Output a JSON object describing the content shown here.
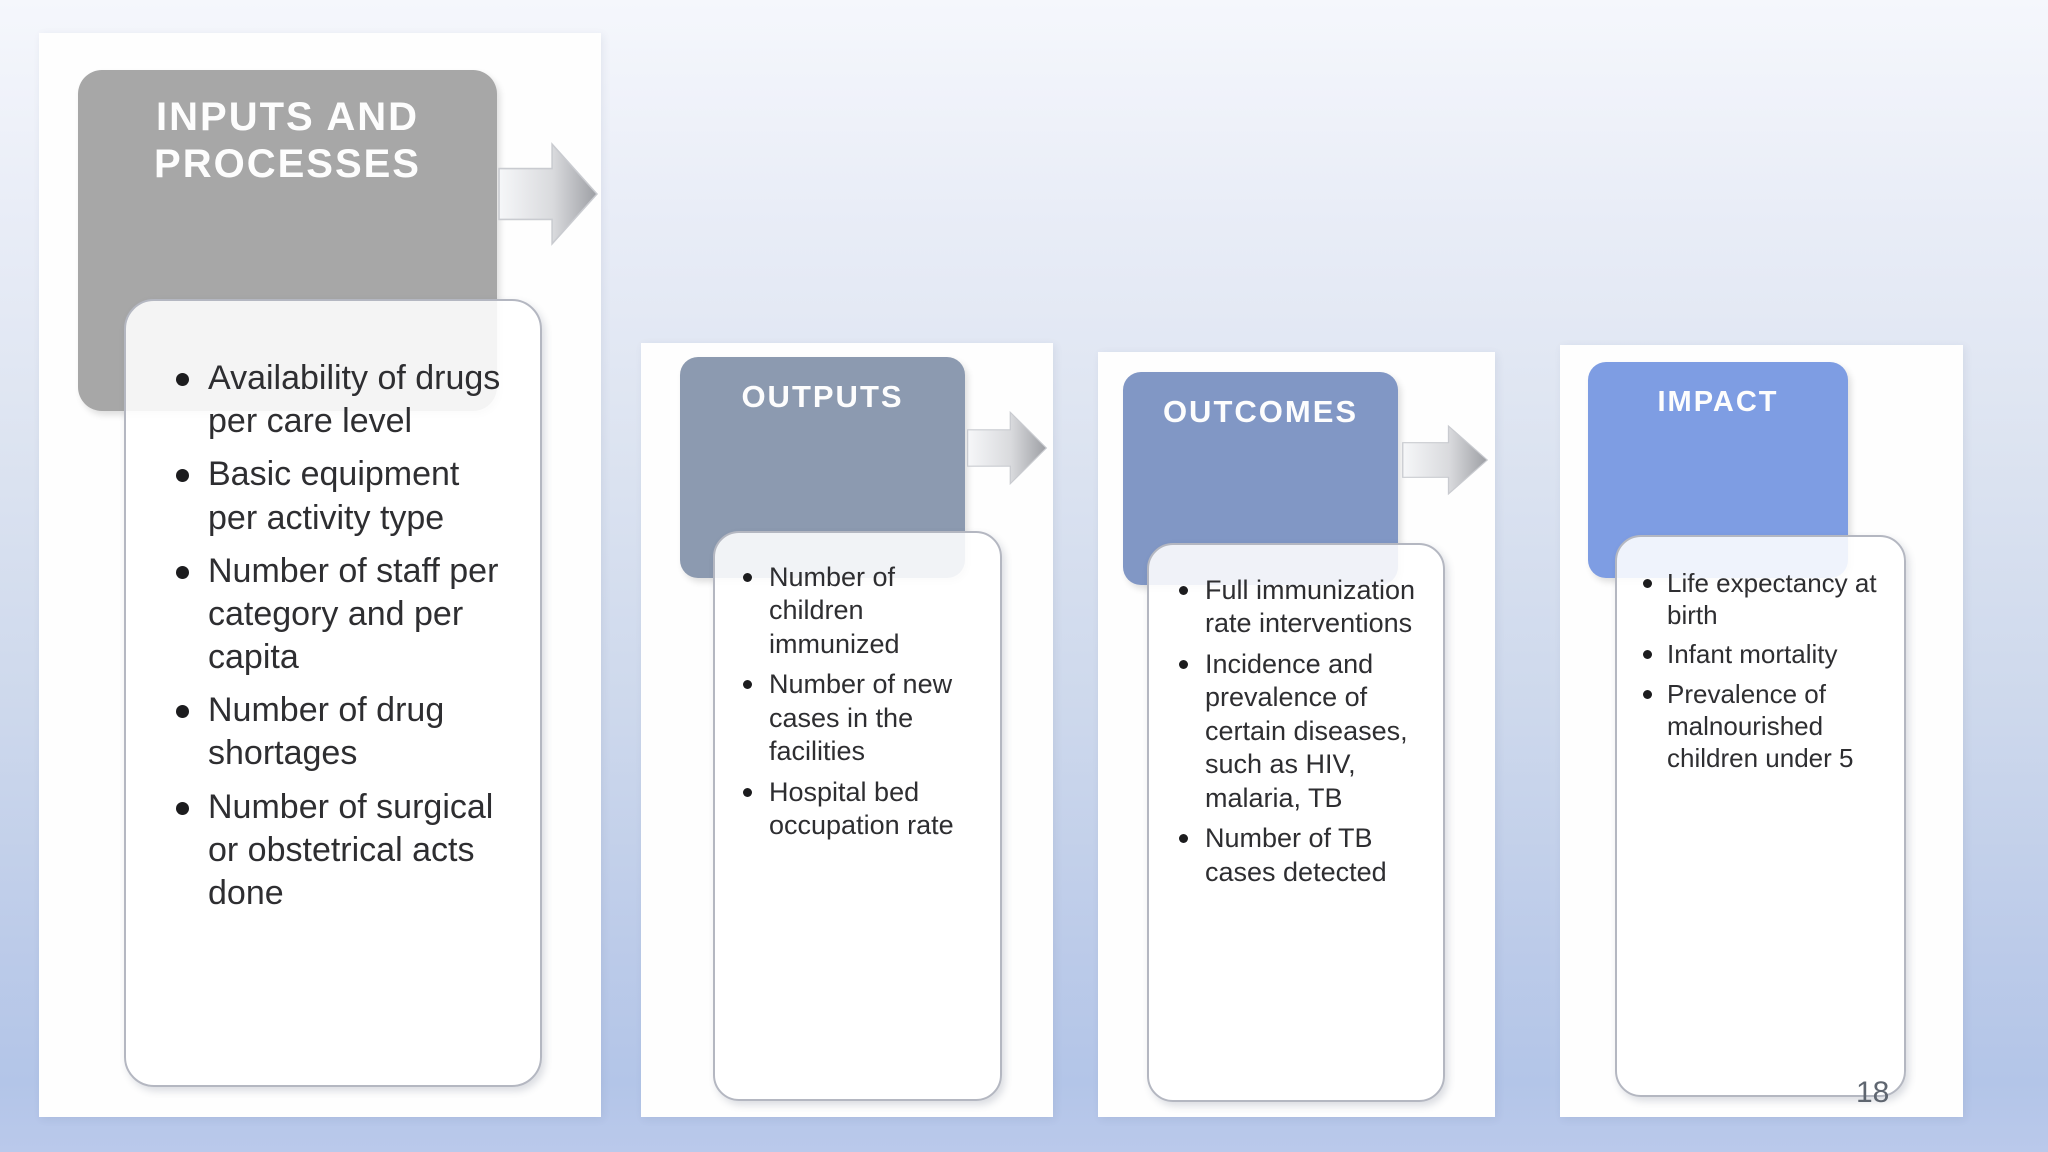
{
  "slide": {
    "page_number": "18",
    "colors": {
      "inputs_header": "#a7a7a7",
      "outputs_header": "#8c9ab0",
      "outcomes_header": "#8197c5",
      "impact_header": "#7e9de3",
      "background_top": "#f5f7fc",
      "background_bottom": "#b3c5e8",
      "card_border": "#b4b7c1",
      "body_text": "#2e2e31"
    },
    "columns": [
      {
        "id": "inputs-processes",
        "title": "INPUTS AND PROCESSES",
        "bullets": [
          "Availability of drugs per care level",
          "Basic equipment per activity type",
          "Number of staff per category and per capita",
          "Number of drug shortages",
          "Number of surgical or obstetrical acts done"
        ]
      },
      {
        "id": "outputs",
        "title": "OUTPUTS",
        "bullets": [
          "Number of children immunized",
          "Number of new cases in the facilities",
          "Hospital bed occupation rate"
        ]
      },
      {
        "id": "outcomes",
        "title": "OUTCOMES",
        "bullets": [
          "Full immunization rate interventions",
          "Incidence and prevalence of certain diseases, such as HIV, malaria, TB",
          "Number of TB cases detected"
        ]
      },
      {
        "id": "impact",
        "title": "IMPACT",
        "bullets": [
          "Life expectancy at birth",
          "Infant mortality",
          "Prevalence of malnourished children under 5"
        ]
      }
    ]
  }
}
